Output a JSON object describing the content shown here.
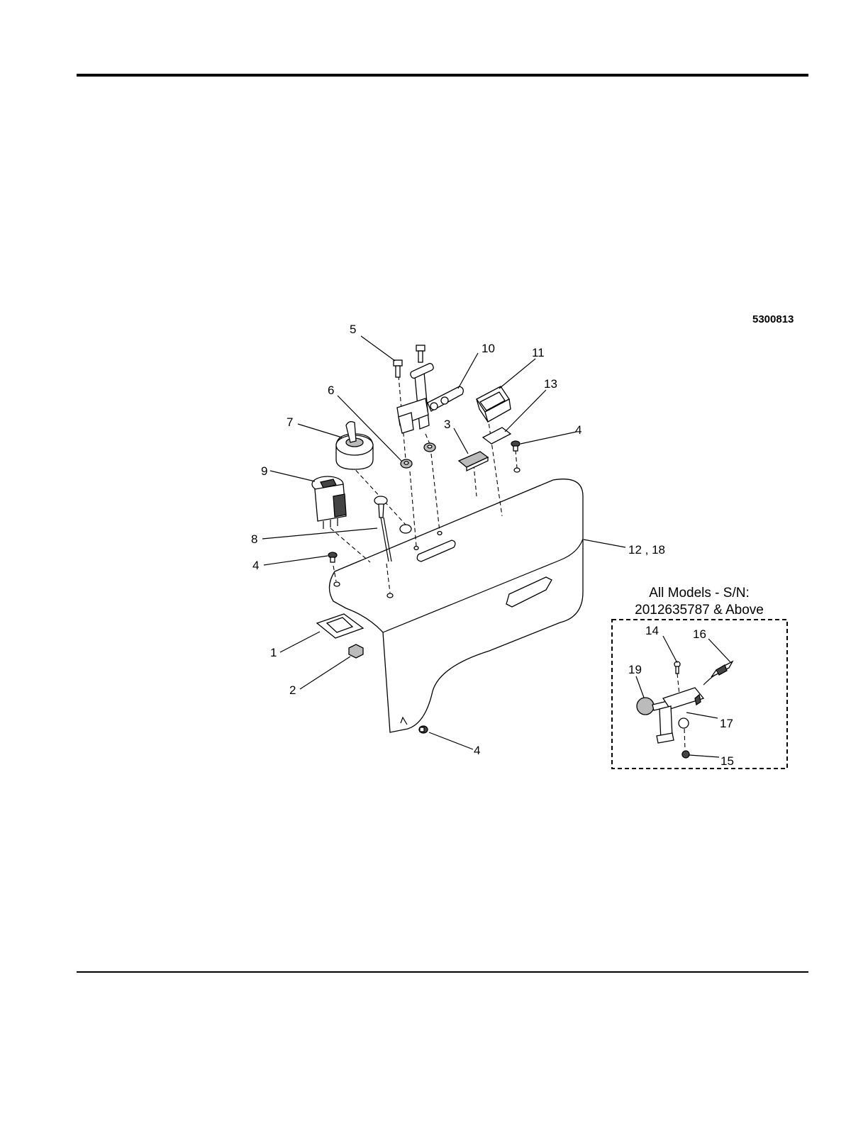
{
  "figure_number": "5300813",
  "callouts": {
    "c1": "1",
    "c2": "2",
    "c3": "3",
    "c4a": "4",
    "c4b": "4",
    "c4c": "4",
    "c5": "5",
    "c6": "6",
    "c7": "7",
    "c8": "8",
    "c9": "9",
    "c10": "10",
    "c11": "11",
    "c12": "12 , 18",
    "c13": "13",
    "c14": "14",
    "c15": "15",
    "c16": "16",
    "c17": "17",
    "c19": "19"
  },
  "inset": {
    "title_line1": "All Models - S/N:",
    "title_line2": "2012635787 & Above"
  }
}
